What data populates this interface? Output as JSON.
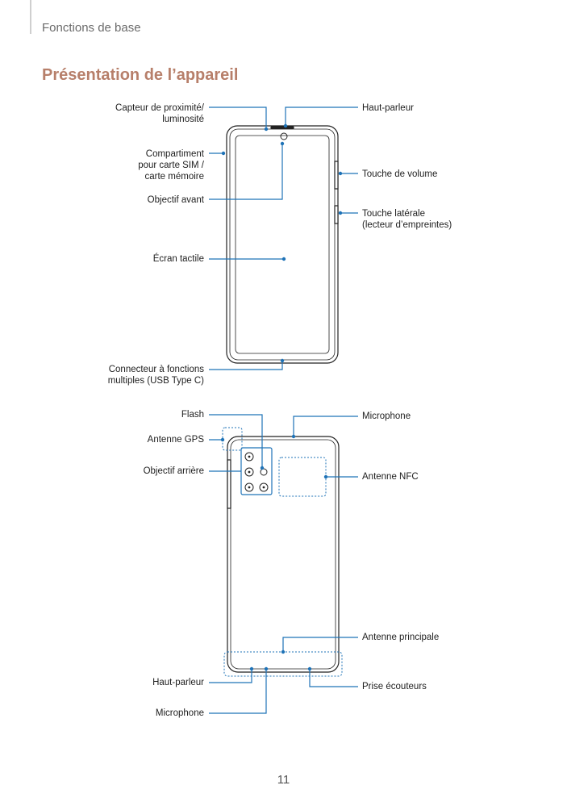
{
  "header": {
    "section": "Fonctions de base"
  },
  "title": "Présentation de l’appareil",
  "front": {
    "labels": {
      "proximity_sensor": "Capteur de proximité/\nluminosité",
      "sim_tray": "Compartiment\npour carte SIM /\ncarte mémoire",
      "front_camera": "Objectif avant",
      "touchscreen": "Écran tactile",
      "usb_connector": "Connecteur à fonctions\nmultiples (USB Type C)",
      "earpiece": "Haut-parleur",
      "volume_key": "Touche de volume",
      "side_key": "Touche latérale\n(lecteur d’empreintes)"
    }
  },
  "back": {
    "labels": {
      "flash": "Flash",
      "gps_antenna": "Antenne GPS",
      "rear_camera": "Objectif arrière",
      "speaker": "Haut-parleur",
      "microphone_bottom": "Microphone",
      "microphone_top": "Microphone",
      "nfc_antenna": "Antenne NFC",
      "main_antenna": "Antenne principale",
      "headset_jack": "Prise écouteurs"
    }
  },
  "footer": {
    "page_number": "11"
  },
  "colors": {
    "accent_line": "#1f73b7",
    "title": "#b77f6a",
    "device_outline": "#222222"
  }
}
